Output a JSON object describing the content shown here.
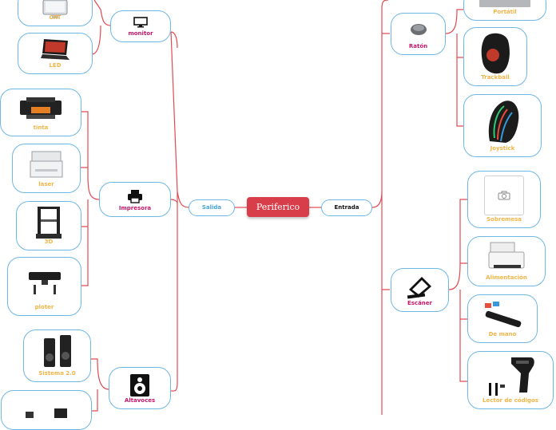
{
  "center": {
    "label": "Periferico"
  },
  "branches": {
    "salida": "Salida",
    "entrada": "Entrada"
  },
  "salida": {
    "monitor": {
      "label": "monitor",
      "crt": "CRT",
      "led": "LED"
    },
    "impresora": {
      "label": "Impresora",
      "tinta": "tinta",
      "laser": "laser",
      "d3": "3D",
      "ploter": "ploter"
    },
    "altavoces": {
      "label": "Altavoces",
      "sistema": "Sistema 2.0"
    }
  },
  "entrada": {
    "raton": {
      "label": "Ratón",
      "portatil": "Portátil",
      "trackball": "Trackball",
      "joystick": "Joystick"
    },
    "escaner": {
      "label": "Escáner",
      "sobremesa": "Sobremesa",
      "alimentacion": "Alimentación",
      "demano": "De mano",
      "lector": "Lector de códigos"
    }
  },
  "colors": {
    "center": "#d73e4a",
    "connector": "#e14a52",
    "border": "#6fb7e6",
    "node_label": "#f2b548",
    "category_label": "#c7176b",
    "branch_salida": "#45a8d8"
  }
}
